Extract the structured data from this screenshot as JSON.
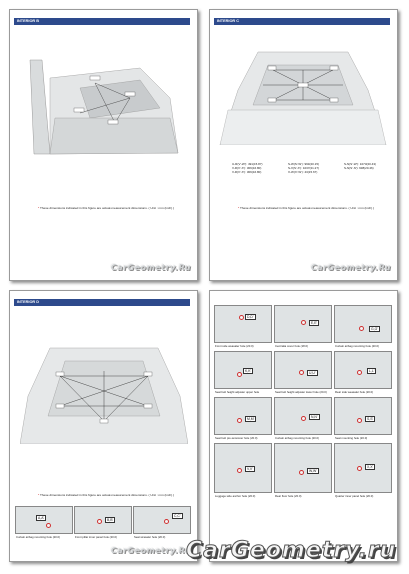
{
  "pages": [
    {
      "header": "INTERIOR B"
    },
    {
      "header": "INTERIOR C",
      "measurements_col1": [
        "U-R(V'-W'): 491(15.87)",
        "V-R(V'-X'): 309(16.80)",
        "V-R(V'-X'): 309(16.80)"
      ],
      "measurements_col2": [
        "S-W(S'-W'): 993(20.15)",
        "S-X(S'-X'): 1037(21.27)",
        "X-W(X'-W'): 43(15.67)"
      ],
      "measurements_col3": [
        "S-N(S'-W'): 1073(20.43)",
        "S-N(S'-N'): 938(20.46)",
        ""
      ]
    },
    {
      "header": "INTERIOR D"
    },
    {
      "captions": [
        "Front side weasaler hole (20.0)",
        "Centralia cover hole (18.0)",
        "Curtain airbag mounting hole (20.0)",
        "Seat belt height adjuster upper hole",
        "Seat belt height adjuster lower hole (20.0)",
        "Rear side weasaler hole (20.0)",
        "Seat belt pre-tensioner hole (20.0)",
        "Curtain airbag mounting hole (20.0)",
        "Seat mounting hole (20.0)",
        "Luggage side anchor hole (20.0)",
        "Rear floor hole (20.0)",
        "Quarter inner panel hole (20.0)"
      ],
      "tags": [
        "D,D'",
        "E,E'",
        "G,G'",
        "K,K'",
        "U,U'",
        "L,L'",
        "M,M'",
        "N,N'",
        "S,S'",
        "V,V'",
        "W,W'",
        "X,X'"
      ]
    }
  ],
  "note": "These dimensions indicated in this figure are actual-measurement dimensions. ( Unit : mm (inch) )",
  "note_mark": "*",
  "bottom_strip_captions": [
    "Curtain airbag mounting hole (20.0)",
    "Front pillar inner panel hole (20.0)",
    "Seat wrasaler hole (20.0)"
  ],
  "bottom_strip_tags": [
    "A,A'",
    "B,B'",
    "C,C'"
  ],
  "watermark": "CarGeometry.Ru",
  "watermark_big": "CarGeometry.ru"
}
